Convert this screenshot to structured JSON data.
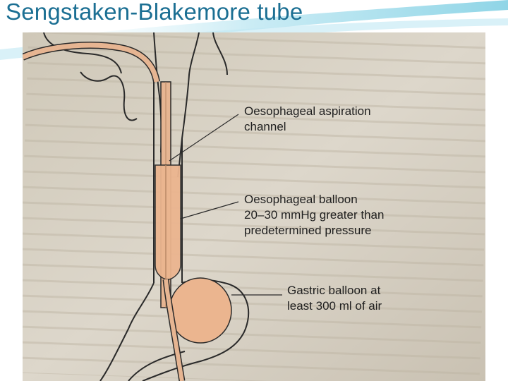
{
  "slide": {
    "title": "Sengstaken-Blakemore tube"
  },
  "figure": {
    "labels": {
      "oesophageal_aspiration": [
        "Oesophageal aspiration",
        "channel"
      ],
      "oesophageal_balloon": [
        "Oesophageal balloon",
        "20–30 mmHg greater than",
        "predetermined pressure"
      ],
      "gastric_balloon": [
        "Gastric balloon at",
        "least 300 ml of air"
      ]
    }
  },
  "colors": {
    "title": "#1b6f93",
    "accent_teal": "#5fc3dc",
    "paper": "#d8d2c6",
    "tube": "#e6b592",
    "balloon": "#ebb58f",
    "ink": "#1f1f1f"
  }
}
